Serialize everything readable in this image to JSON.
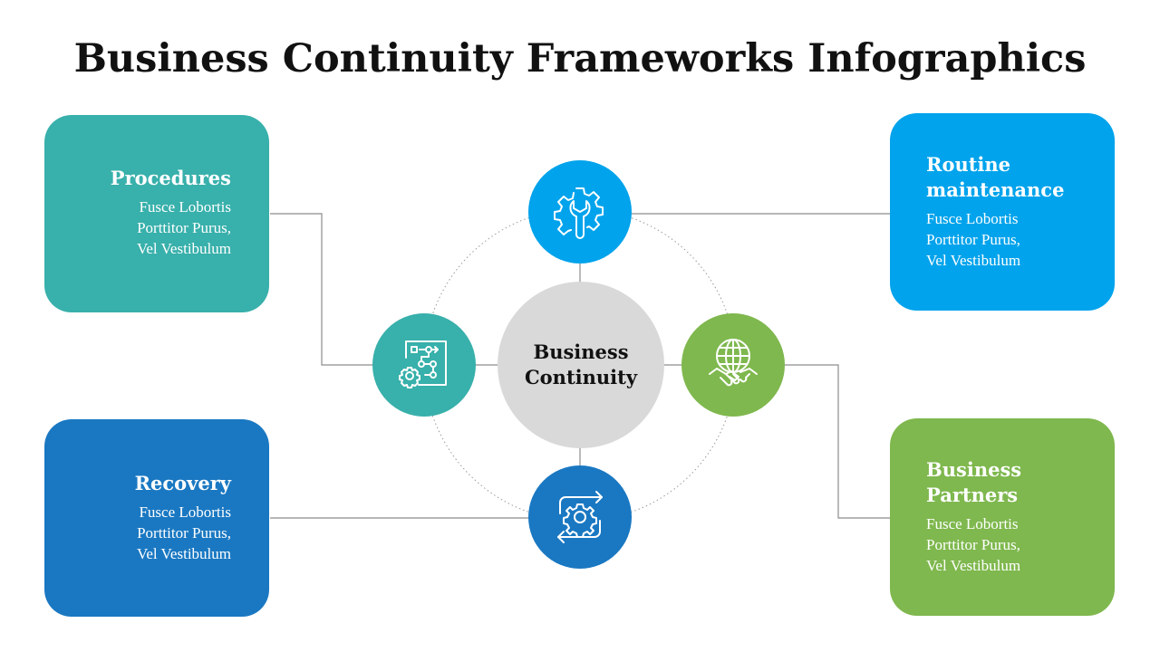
{
  "title": "Business Continuity Frameworks Infographics",
  "center": {
    "label": "Business\nContinuity"
  },
  "colors": {
    "teal": "#38b0ab",
    "sky_blue": "#00a3ec",
    "royal_blue": "#1a78c2",
    "green": "#7fb84e",
    "center_gray": "#d9d9d9",
    "connector_gray": "#8c8c8c"
  },
  "cards": {
    "procedures": {
      "heading": "Procedures",
      "body": "Fusce Lobortis\nPorttitor Purus,\nVel Vestibulum"
    },
    "recovery": {
      "heading": "Recovery",
      "body": "Fusce Lobortis\nPorttitor Purus,\nVel Vestibulum"
    },
    "routine_maintenance": {
      "heading": "Routine\nmaintenance",
      "body": "Fusce Lobortis\nPorttitor Purus,\nVel Vestibulum"
    },
    "business_partners": {
      "heading": "Business\nPartners",
      "body": "Fusce Lobortis\nPorttitor Purus,\nVel Vestibulum"
    }
  },
  "nodes": {
    "top": {
      "icon": "gear-wrench-icon"
    },
    "left": {
      "icon": "workflow-gear-icon"
    },
    "right": {
      "icon": "globe-handshake-icon"
    },
    "bottom": {
      "icon": "gear-cycle-arrows-icon"
    }
  }
}
